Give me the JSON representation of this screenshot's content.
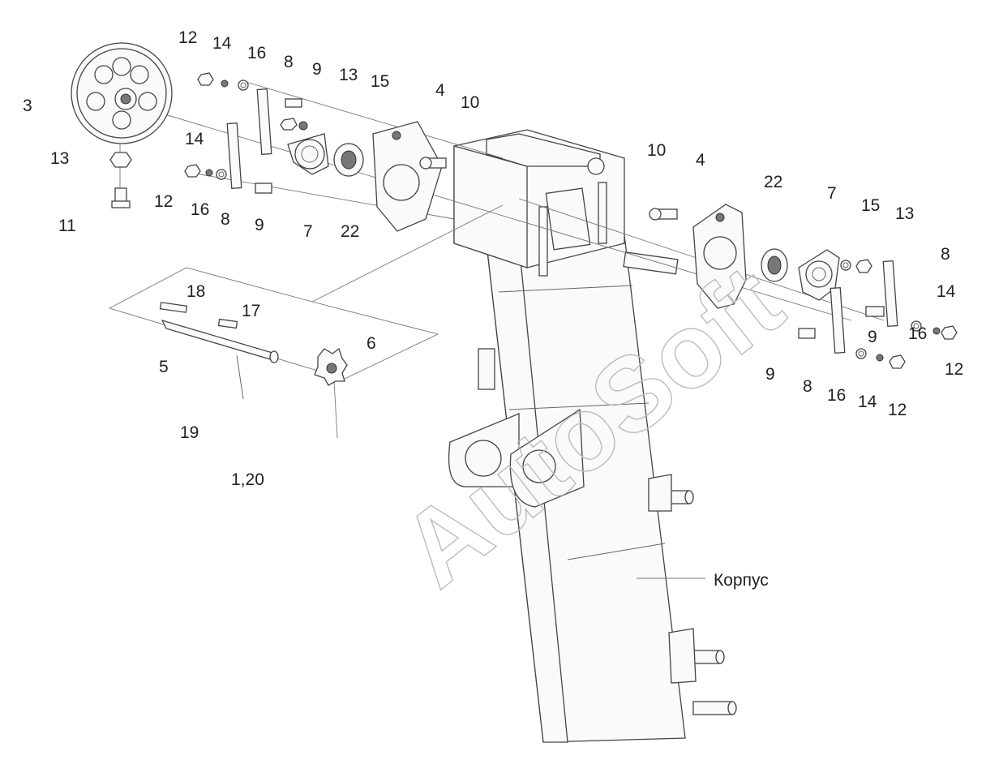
{
  "watermark": "AutoSoft",
  "housing_label": "Корпус",
  "callouts": {
    "c3": "3",
    "c13a": "13",
    "c11": "11",
    "c12a": "12",
    "c14a": "14",
    "c16a": "16",
    "c8a": "8",
    "c9a": "9",
    "c13b": "13",
    "c15a": "15",
    "c4a": "4",
    "c10a": "10",
    "c14b": "14",
    "c12b": "12",
    "c16b": "16",
    "c8b": "8",
    "c9b": "9",
    "c7a": "7",
    "c22a": "22",
    "c18": "18",
    "c17": "17",
    "c5": "5",
    "c6": "6",
    "c19": "19",
    "c120": "1,20",
    "c10b": "10",
    "c4b": "4",
    "c22b": "22",
    "c7b": "7",
    "c15b": "15",
    "c13c": "13",
    "c8c": "8",
    "c14c": "14",
    "c12c": "12",
    "c16c": "16",
    "c9c": "9",
    "c9d": "9",
    "c8d": "8",
    "c16d": "16",
    "c14d": "14",
    "c12d": "12"
  }
}
